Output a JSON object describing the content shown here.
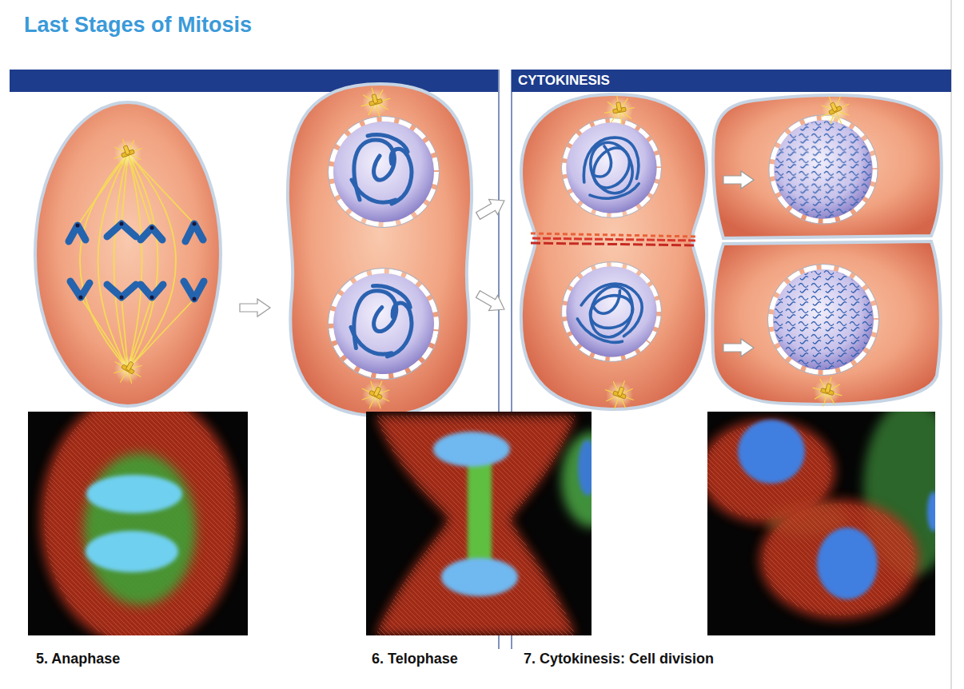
{
  "diagram": {
    "title": "Last Stages of Mitosis",
    "nodes": [
      {
        "text": [
          "CYTOKINESIS"
        ]
      }
    ],
    "labels": [
      "5. Anaphase",
      "6. Telophase",
      "7. Cytokinesis: Cell division"
    ]
  }
}
